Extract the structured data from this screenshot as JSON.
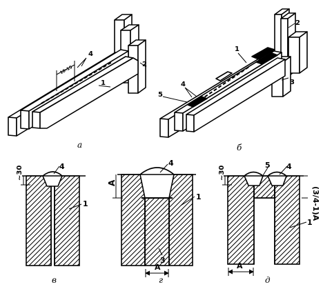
{
  "figure": {
    "captions": [
      "а",
      "б",
      "в",
      "г",
      "д"
    ],
    "panel_a": {
      "labels": [
        "4",
        "2",
        "1"
      ],
      "dimension": "10-15"
    },
    "panel_b": {
      "labels": [
        "1",
        "2",
        "3",
        "4",
        "5"
      ]
    },
    "panel_v": {
      "labels": [
        "4",
        "1"
      ],
      "dimension": "~30"
    },
    "panel_g": {
      "labels": [
        "4",
        "1",
        "3"
      ],
      "dim_height": "A",
      "dim_width": "A"
    },
    "panel_d": {
      "labels": [
        "5",
        "4",
        "1"
      ],
      "dimension": "~30",
      "dim_gap": "(3/4-1)A",
      "dim_width": "A"
    }
  },
  "colors": {
    "ink": "#000000",
    "paper": "#ffffff"
  }
}
